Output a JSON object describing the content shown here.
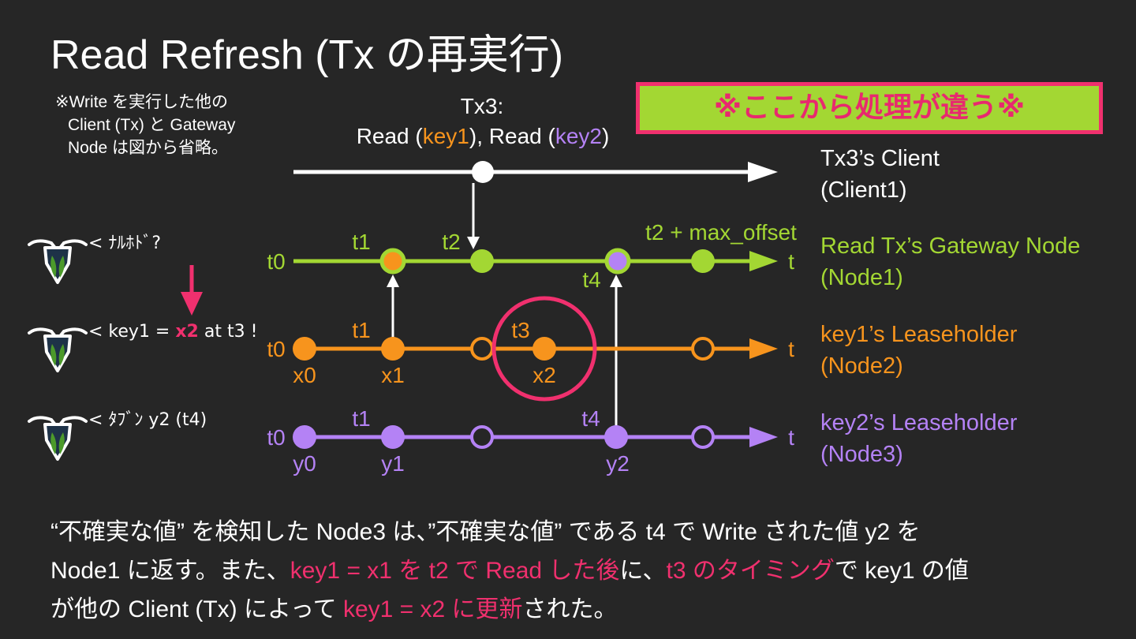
{
  "title": "Read Refresh (Tx の再実行)",
  "note": [
    "※Write を実行した他の",
    "Client (Tx) と Gateway",
    "Node は図から省略。"
  ],
  "banner": "※ここから処理が違う※",
  "tx3": {
    "line1": "Tx3:",
    "read1_prefix": "Read (",
    "read1_key": "key1",
    "read1_suffix": "), Read (",
    "read2_key": "key2",
    "read2_suffix": ")"
  },
  "lanes": {
    "client": {
      "label1": "Tx3’s Client",
      "label2": "(Client1)"
    },
    "node1": {
      "label1": "Read Tx’s Gateway Node",
      "label2": "(Node1)",
      "start": "t0",
      "end": "t"
    },
    "node2": {
      "label1": "key1’s Leaseholder",
      "label2": "(Node2)",
      "start": "t0",
      "end": "t"
    },
    "node3": {
      "label1": "key2’s Leaseholder",
      "label2": "(Node3)",
      "start": "t0",
      "end": "t"
    }
  },
  "ticks": {
    "n1_t1": "t1",
    "n1_t2": "t2",
    "n1_t4": "t4",
    "n1_max": "t2 + max_offset",
    "n2_t1": "t1",
    "n2_t3": "t3",
    "n3_t1": "t1",
    "n3_t4": "t4"
  },
  "values": {
    "x0": "x0",
    "x1": "x1",
    "x2": "x2",
    "y0": "y0",
    "y1": "y1",
    "y2": "y2"
  },
  "dialogues": {
    "d1": "< ﾅﾙﾎﾄﾞ?",
    "d2_prefix": "< key1 = ",
    "d2_value": "x2",
    "d2_suffix": " at t3 !",
    "d3": "< ﾀﾌﾞﾝ y2 (t4)"
  },
  "bottom": {
    "line1": "“不確実な値” を検知した Node3 は、”不確実な値” である t4 で Write された値 y2 を",
    "line2_a": "Node1 に返す。また、",
    "line2_b": "key1 = x1 を t2 で Read した後",
    "line2_c": "に、",
    "line2_d": "t3 のタイミング",
    "line2_e": "で key1 の値",
    "line3_a": "が他の Client (Tx) によって ",
    "line3_b": "key1 = x2 に更新",
    "line3_c": "された。"
  },
  "colors": {
    "background": "#262626",
    "green": "#a3d733",
    "orange": "#f7941d",
    "purple": "#b482f5",
    "pink": "#f0306e",
    "white": "#ffffff",
    "logo_dark": "#1e3248",
    "logo_leaf": "#4c9a2a"
  },
  "icons": [
    "cockroach-logo-icon",
    "down-arrow-icon"
  ]
}
